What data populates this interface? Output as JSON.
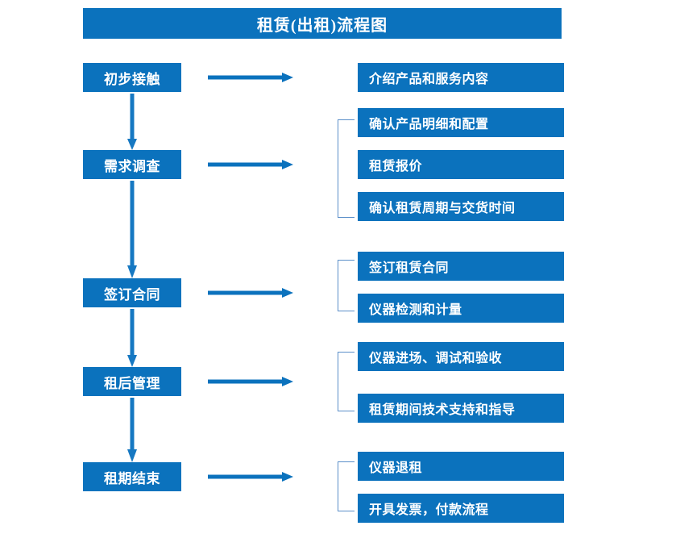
{
  "title": "租赁(出租)流程图",
  "colors": {
    "box_fill": "#0b72bd",
    "box_text": "#ffffff",
    "arrow": "#0b72bd",
    "bracket": "#5b8fc9",
    "background": "#ffffff"
  },
  "stages": [
    {
      "label": "初步接触"
    },
    {
      "label": "需求调查"
    },
    {
      "label": "签订合同"
    },
    {
      "label": "租后管理"
    },
    {
      "label": "租期结束"
    }
  ],
  "details": [
    {
      "label": "介绍产品和服务内容"
    },
    {
      "label": "确认产品明细和配置"
    },
    {
      "label": "租赁报价"
    },
    {
      "label": "确认租赁周期与交货时间"
    },
    {
      "label": "签订租赁合同"
    },
    {
      "label": "仪器检测和计量"
    },
    {
      "label": "仪器进场、调试和验收"
    },
    {
      "label": "租赁期间技术支持和指导"
    },
    {
      "label": "仪器退租"
    },
    {
      "label": "开具发票，付款流程"
    }
  ],
  "connectors": {
    "horizontal_arrows": 5,
    "vertical_arrows": 4,
    "brackets": 4
  }
}
